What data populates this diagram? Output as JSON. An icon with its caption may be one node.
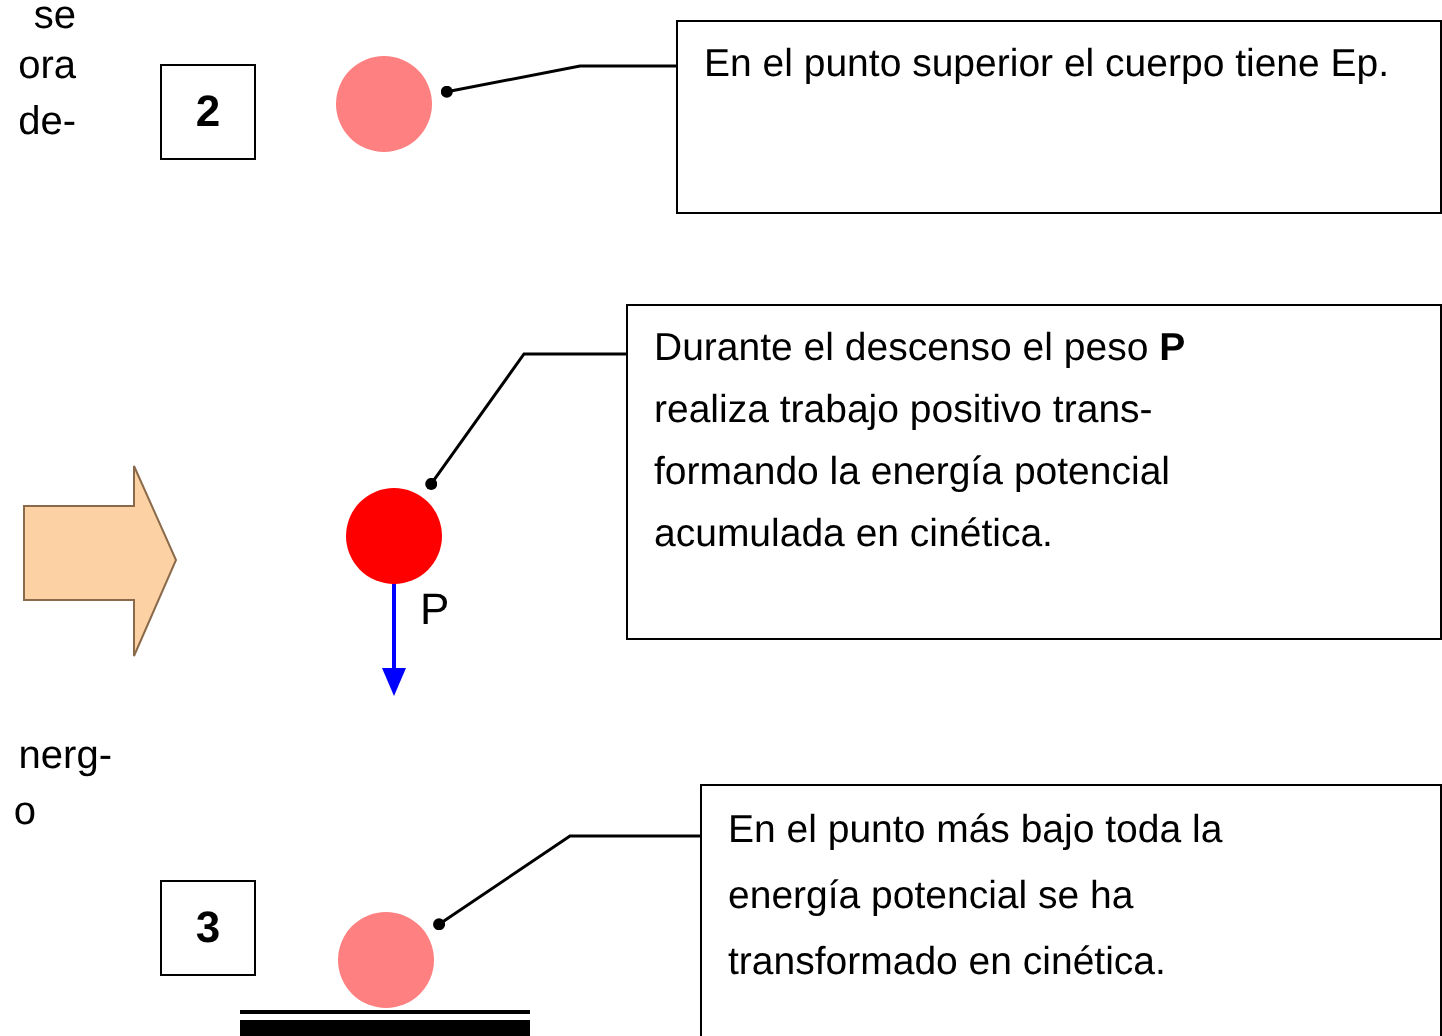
{
  "diagram": {
    "nodes": [
      {
        "text": [
          "2"
        ]
      },
      {
        "text": [],
        "shape": "circle"
      },
      {
        "text": [
          "En el punto superior el cuerpo tiene Ep."
        ]
      },
      {
        "text": [],
        "shape": "circle"
      },
      {
        "text": [
          "Durante el descenso el peso **P** realiza trabajo positivo trans- formando la energía potencial acumulada en cinética."
        ]
      },
      {
        "text": [
          "3"
        ]
      },
      {
        "text": [],
        "shape": "circle"
      },
      {
        "text": [
          "En el punto más bajo toda la energía potencial se ha transformado en cinética."
        ]
      }
    ],
    "edges": [
      {
        "from": 2,
        "to": 1,
        "arrow": "other"
      },
      {
        "from": 4,
        "to": 3,
        "arrow": "other"
      },
      {
        "from": 7,
        "to": 6,
        "arrow": "other"
      }
    ],
    "labels": [
      "se",
      "ora",
      "de-",
      "P",
      "nerg-",
      "o"
    ]
  }
}
